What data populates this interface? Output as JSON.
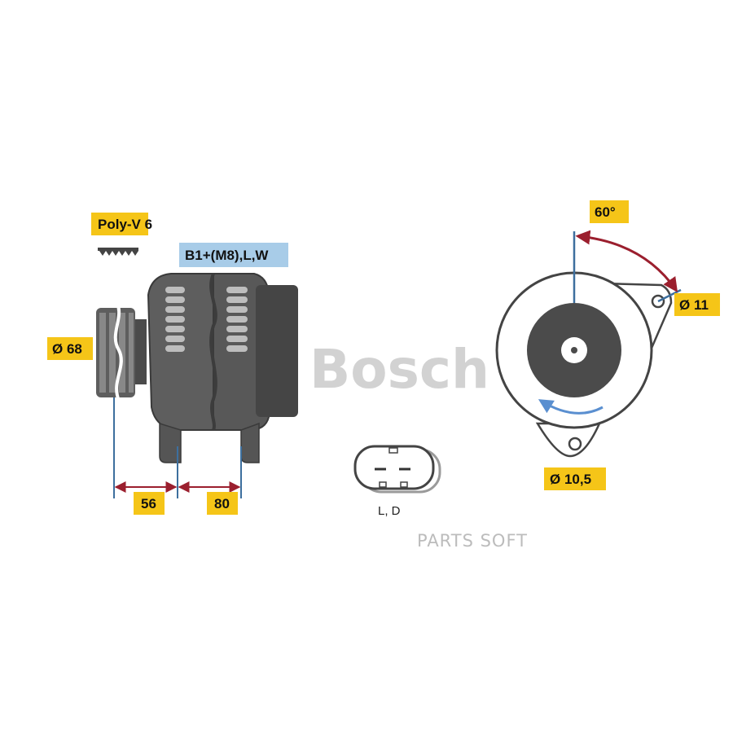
{
  "labels": {
    "belt_type": "Poly-V 6",
    "connection": "B1+(M8),L,W",
    "pulley_diameter": "Ø 68",
    "dim_a": "56",
    "dim_b": "80",
    "angle": "60°",
    "hole_upper": "Ø 11",
    "hole_lower": "Ø 10,5",
    "plug_terminals": "L,  D"
  },
  "watermark": {
    "symbol": "©",
    "brand": "Bosch"
  },
  "footer": {
    "text": "PARTS  SOFT"
  },
  "colors": {
    "label_bg": "#f5c518",
    "connection_bg": "#a8cce8",
    "body_dark": "#5e5e5e",
    "body_darker": "#454545",
    "dimension_line": "#3d6f9e",
    "arrow_red": "#9b1f2e",
    "rotation_arrow": "#5a8fd0",
    "watermark": "#d2d2d2"
  },
  "icons": [
    "poly-v-belt-icon",
    "rotation-arrow-icon",
    "connector-plug-icon"
  ]
}
